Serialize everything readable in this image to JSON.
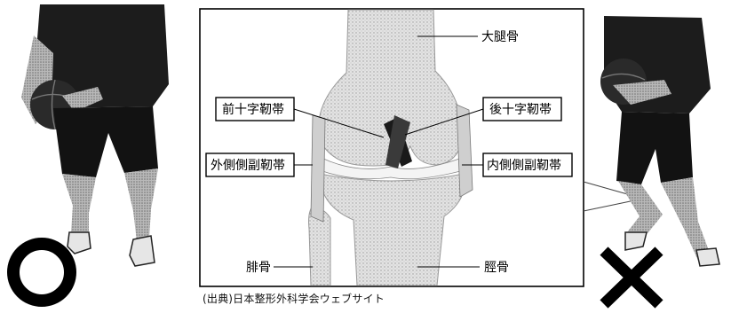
{
  "labels": {
    "femur": "大腿骨",
    "acl": "前十字靭帯",
    "pcl": "後十字靭帯",
    "lcl": "外側側副靭帯",
    "mcl": "内側側副靭帯",
    "fibula": "腓骨",
    "tibia": "脛骨"
  },
  "marks": {
    "correct": "○",
    "incorrect": "×"
  },
  "source": "(出典)日本整形外科学会ウェブサイト",
  "colors": {
    "ink": "#111111",
    "bone_fill": "#d9d9d9",
    "skin_fill": "#bdbdbd",
    "ligament_fill": "#1a1a1a"
  },
  "icons": {
    "correct": "circle-icon",
    "incorrect": "cross-icon"
  }
}
